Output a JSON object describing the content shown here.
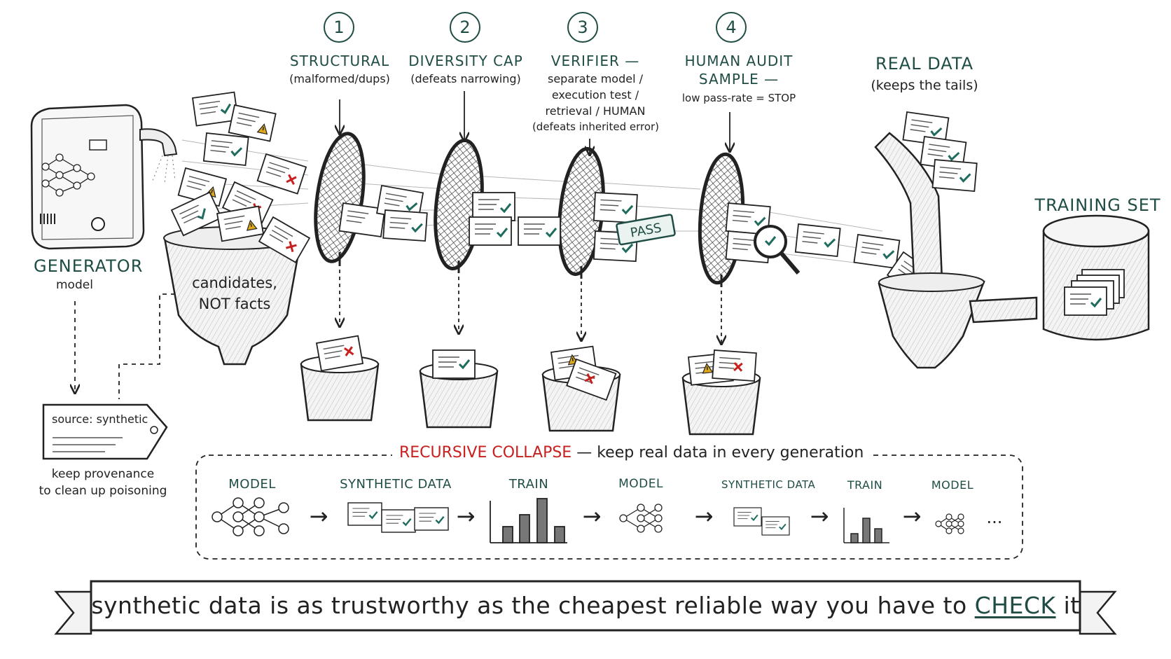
{
  "generator": {
    "title": "GENERATOR",
    "subtitle": "model"
  },
  "funnel": {
    "line1": "candidates,",
    "line2": "NOT facts"
  },
  "tag": {
    "label": "source: synthetic",
    "note_line1": "keep provenance",
    "note_line2": "to clean up poisoning"
  },
  "stages": [
    {
      "number": "1",
      "title": "STRUCTURAL",
      "desc": [
        "(malformed/dups)"
      ]
    },
    {
      "number": "2",
      "title": "DIVERSITY CAP",
      "desc": [
        "(defeats narrowing)"
      ]
    },
    {
      "number": "3",
      "title": "VERIFIER —",
      "desc": [
        "separate model /",
        "execution test /",
        "retrieval / HUMAN",
        "(defeats inherited error)"
      ]
    },
    {
      "number": "4",
      "title": "HUMAN AUDIT",
      "title2": "SAMPLE —",
      "desc": [
        "low pass-rate = STOP"
      ]
    }
  ],
  "pass_stamp": "PASS",
  "real_data": {
    "title": "REAL DATA",
    "subtitle": "(keeps the tails)"
  },
  "training_set": {
    "title": "TRAINING SET"
  },
  "collapse": {
    "title_red": "RECURSIVE COLLAPSE",
    "title_rest": "— keep real data in every generation",
    "steps": [
      "MODEL",
      "SYNTHETIC DATA",
      "TRAIN",
      "MODEL",
      "SYNTHETIC DATA",
      "TRAIN",
      "MODEL"
    ],
    "ellipsis": "..."
  },
  "banner": {
    "text_before": "synthetic data is as trustworthy as the cheapest reliable way you have to",
    "check_word": "CHECK",
    "text_after": "it"
  },
  "colors": {
    "accent": "#1f4d45",
    "alert": "#c8201e",
    "check": "#1f6b5e",
    "warn": "#e0a81c"
  }
}
